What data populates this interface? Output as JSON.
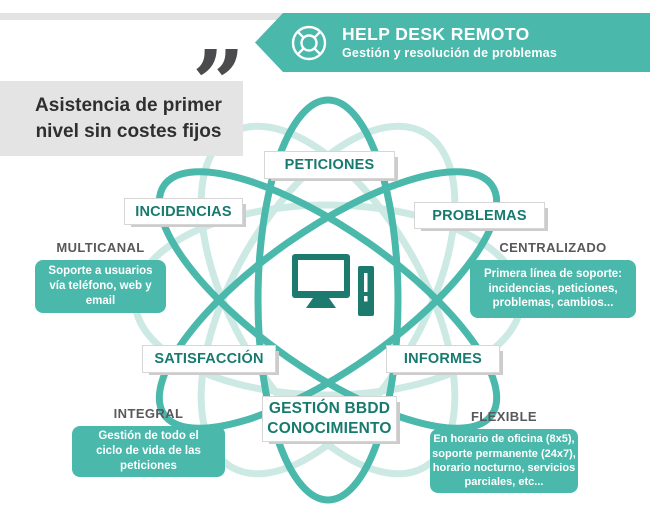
{
  "colors": {
    "teal": "#4ab8ab",
    "teal_dark": "#1d7a6e",
    "teal_light": "#cde9e4",
    "gray_bar": "#e3e3e3",
    "label_gray": "#58595b"
  },
  "banner": {
    "title": "HELP DESK REMOTO",
    "subtitle": "Gestión y resolución de problemas",
    "icon": "lifebuoy-icon"
  },
  "tagline": {
    "quote_mark": "”",
    "text": "Asistencia de primer nivel sin costes fijos"
  },
  "nodes": [
    {
      "label": "PETICIONES"
    },
    {
      "label": "INCIDENCIAS"
    },
    {
      "label": "PROBLEMAS"
    },
    {
      "label": "SATISFACCIÓN"
    },
    {
      "label": "INFORMES"
    },
    {
      "label": "GESTIÓN BBDD CONOCIMIENTO"
    }
  ],
  "features": [
    {
      "title": "MULTICANAL",
      "description": "Soporte a usuarios vía teléfono, web y email"
    },
    {
      "title": "CENTRALIZADO",
      "description": "Primera línea de soporte: incidencias, peticiones, problemas, cambios..."
    },
    {
      "title": "INTEGRAL",
      "description": "Gestión de todo el ciclo de vida de las peticiones"
    },
    {
      "title": "FLEXIBLE",
      "description": "En horario de oficina (8x5), soporte permanente (24x7), horario nocturno, servicios parciales, etc..."
    }
  ],
  "center_icon": "computer-icon"
}
